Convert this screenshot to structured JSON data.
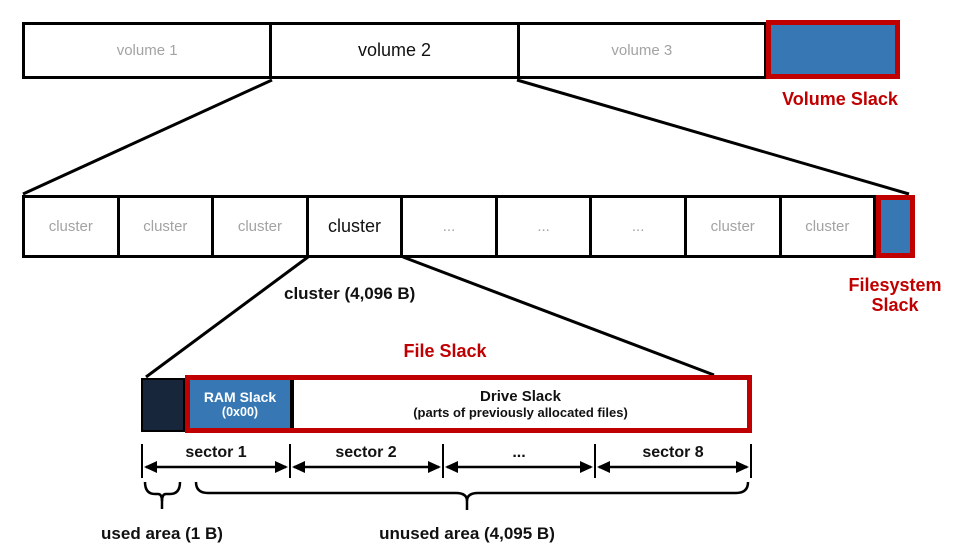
{
  "colors": {
    "slack_blue": "#3778B4",
    "slack_red": "#C00000",
    "used_navy": "#17263B",
    "muted_gray": "#A3A3A3"
  },
  "volume_row": {
    "cells": [
      "volume 1",
      "volume 2",
      "volume 3"
    ],
    "slack_label": "Volume Slack"
  },
  "cluster_row": {
    "cells": [
      "cluster",
      "cluster",
      "cluster",
      "cluster",
      "...",
      "...",
      "...",
      "cluster",
      "cluster"
    ],
    "slack_label_line1": "Filesystem",
    "slack_label_line2": "Slack",
    "caption": "cluster (4,096 B)"
  },
  "file_slack": {
    "title": "File Slack",
    "ram_line1": "RAM Slack",
    "ram_line2": "(0x00)",
    "drive_line1": "Drive Slack",
    "drive_line2": "(parts of previously allocated files)"
  },
  "sectors": {
    "labels": [
      "sector 1",
      "sector 2",
      "...",
      "sector 8"
    ]
  },
  "annotations": {
    "used_area": "used area (1 B)",
    "unused_area": "unused area (4,095 B)"
  }
}
